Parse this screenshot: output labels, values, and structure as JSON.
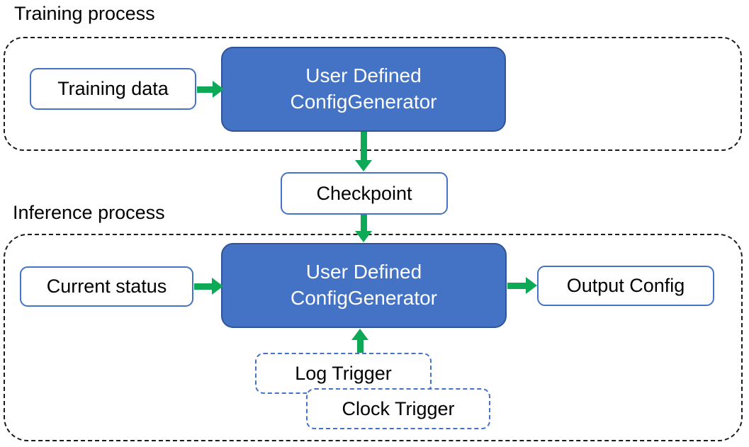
{
  "diagram": {
    "colors": {
      "box_blue": "#4472C4",
      "box_blue_border": "#2F5597",
      "outline_blue": "#4472C4",
      "arrow_green": "#0DA957",
      "container_border": "#1A1A1A",
      "text_dark": "#000000",
      "text_light": "#FFFFFF"
    },
    "training": {
      "label": "Training process",
      "input_box": "Training data",
      "generator_line1": "User Defined",
      "generator_line2": "ConfigGenerator"
    },
    "checkpoint_box": "Checkpoint",
    "inference": {
      "label": "Inference process",
      "input_box": "Current status",
      "generator_line1": "User Defined",
      "generator_line2": "ConfigGenerator",
      "output_box": "Output Config",
      "trigger_boxes": [
        "Log Trigger",
        "Clock Trigger"
      ]
    }
  }
}
